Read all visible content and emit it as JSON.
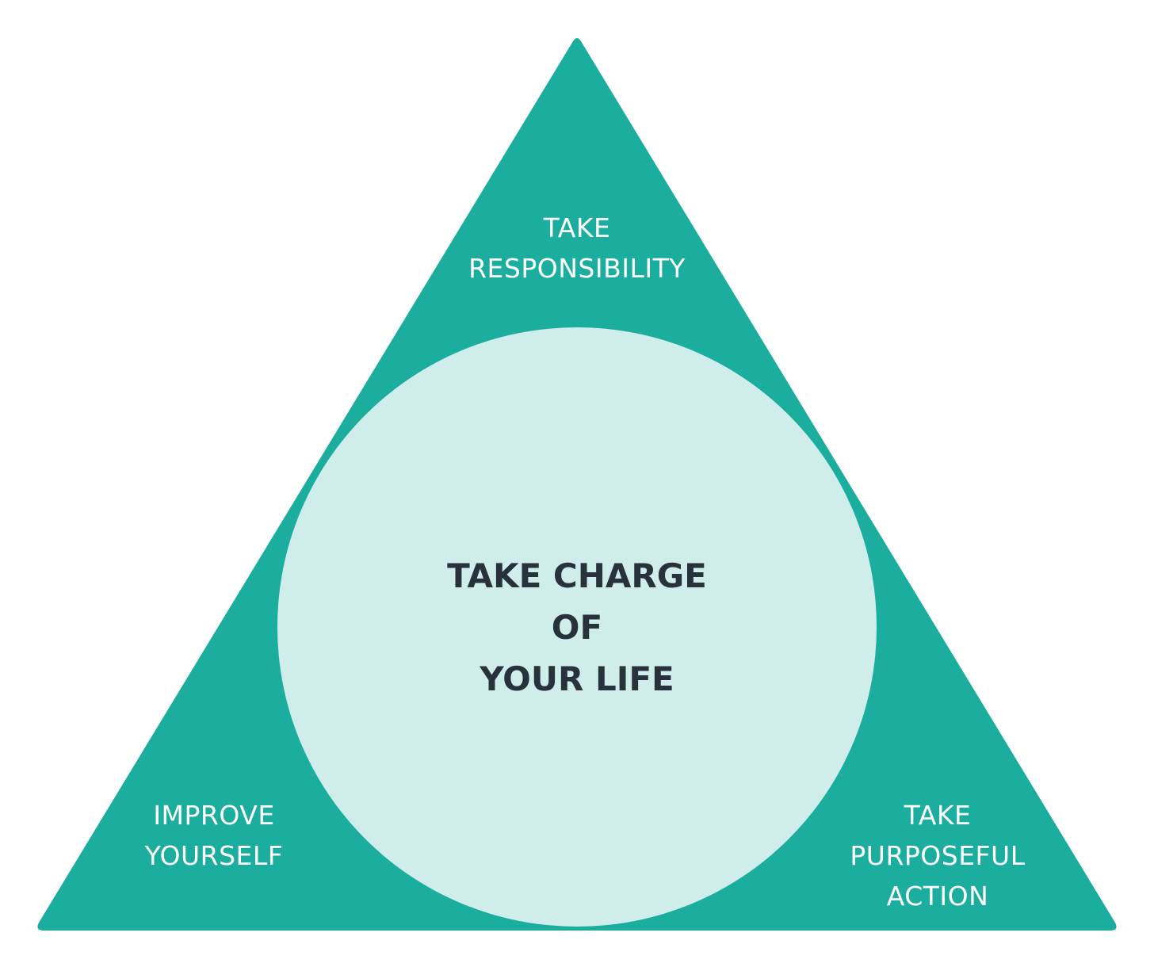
{
  "colors": {
    "triangle": "#1bad9d",
    "circle": "#ceedeb",
    "corner_text": "#ffffff",
    "center_text": "#27323d"
  },
  "center": {
    "line1": "TAKE CHARGE",
    "line2": "OF",
    "line3": "YOUR LIFE"
  },
  "top": {
    "line1": "TAKE",
    "line2": "RESPONSIBILITY"
  },
  "bottom_left": {
    "line1": "IMPROVE",
    "line2": "YOURSELF"
  },
  "bottom_right": {
    "line1": "TAKE",
    "line2": "PURPOSEFUL",
    "line3": "ACTION"
  }
}
